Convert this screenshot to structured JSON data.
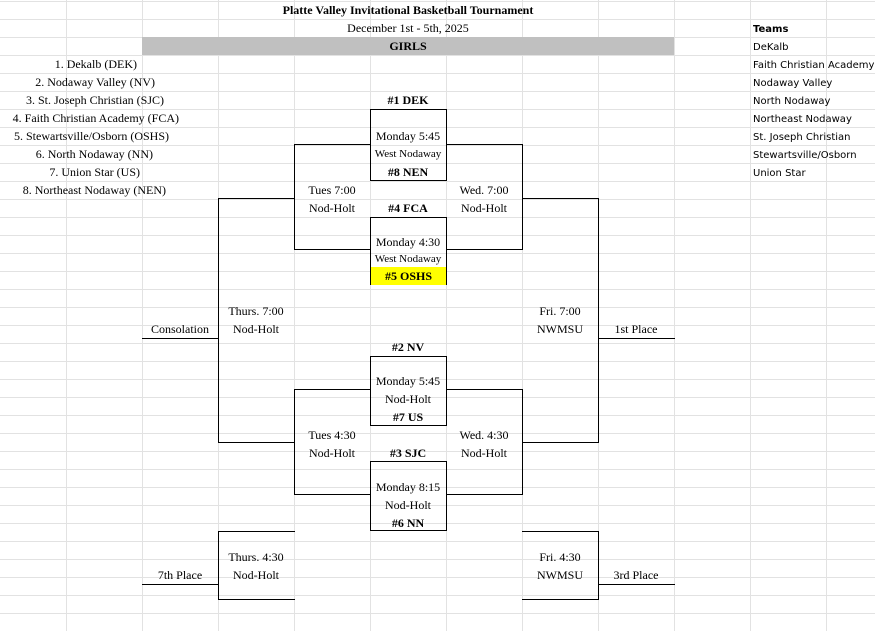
{
  "header": {
    "title": "Platte Valley Invitational Basketball Tournament",
    "dates": "December 1st - 5th, 2025",
    "division": "GIRLS"
  },
  "seeds": [
    "1. Dekalb (DEK)",
    "2. Nodaway Valley (NV)",
    "3. St. Joseph Christian (SJC)",
    "4. Faith Christian Academy (FCA)",
    "5. Stewartsville/Osborn (OSHS)",
    "6. North Nodaway (NN)",
    "7. Union Star (US)",
    "8. Northeast Nodaway (NEN)"
  ],
  "teams": {
    "header": "Teams",
    "list": [
      "DeKalb",
      "Faith Christian Academy",
      "Nodaway Valley",
      "North Nodaway",
      "Northeast Nodaway",
      "St. Joseph Christian",
      "Stewartsville/Osborn",
      "Union Star"
    ]
  },
  "games": {
    "g1": {
      "top": "#1 DEK",
      "time": "Monday 5:45",
      "site": "West Nodaway",
      "bottom": "#8 NEN"
    },
    "g2": {
      "top": "#4 FCA",
      "time": "Monday 4:30",
      "site": "West Nodaway",
      "bottom": "#5 OSHS"
    },
    "g3": {
      "top": "#2 NV",
      "time": "Monday 5:45",
      "site": "Nod-Holt",
      "bottom": "#7 US"
    },
    "g4": {
      "top": "#3 SJC",
      "time": "Monday 8:15",
      "site": "Nod-Holt",
      "bottom": "#6 NN"
    },
    "tue_top": {
      "time": "Tues 7:00",
      "site": "Nod-Holt"
    },
    "tue_bottom": {
      "time": "Tues 4:30",
      "site": "Nod-Holt"
    },
    "wed_top": {
      "time": "Wed. 7:00",
      "site": "Nod-Holt"
    },
    "wed_bottom": {
      "time": "Wed. 4:30",
      "site": "Nod-Holt"
    },
    "thu_cons": {
      "time": "Thurs. 7:00",
      "site": "Nod-Holt",
      "label": "Consolation"
    },
    "fri_champ": {
      "time": "Fri. 7:00",
      "site": "NWMSU",
      "label": "1st Place"
    },
    "thu_7th": {
      "time": "Thurs. 4:30",
      "site": "Nod-Holt",
      "label": "7th Place"
    },
    "fri_3rd": {
      "time": "Fri. 4:30",
      "site": "NWMSU",
      "label": "3rd Place"
    }
  },
  "colors": {
    "highlight": "#ffff00",
    "division_bar": "#c0c0c0",
    "gridline": "#e2e2e2"
  }
}
